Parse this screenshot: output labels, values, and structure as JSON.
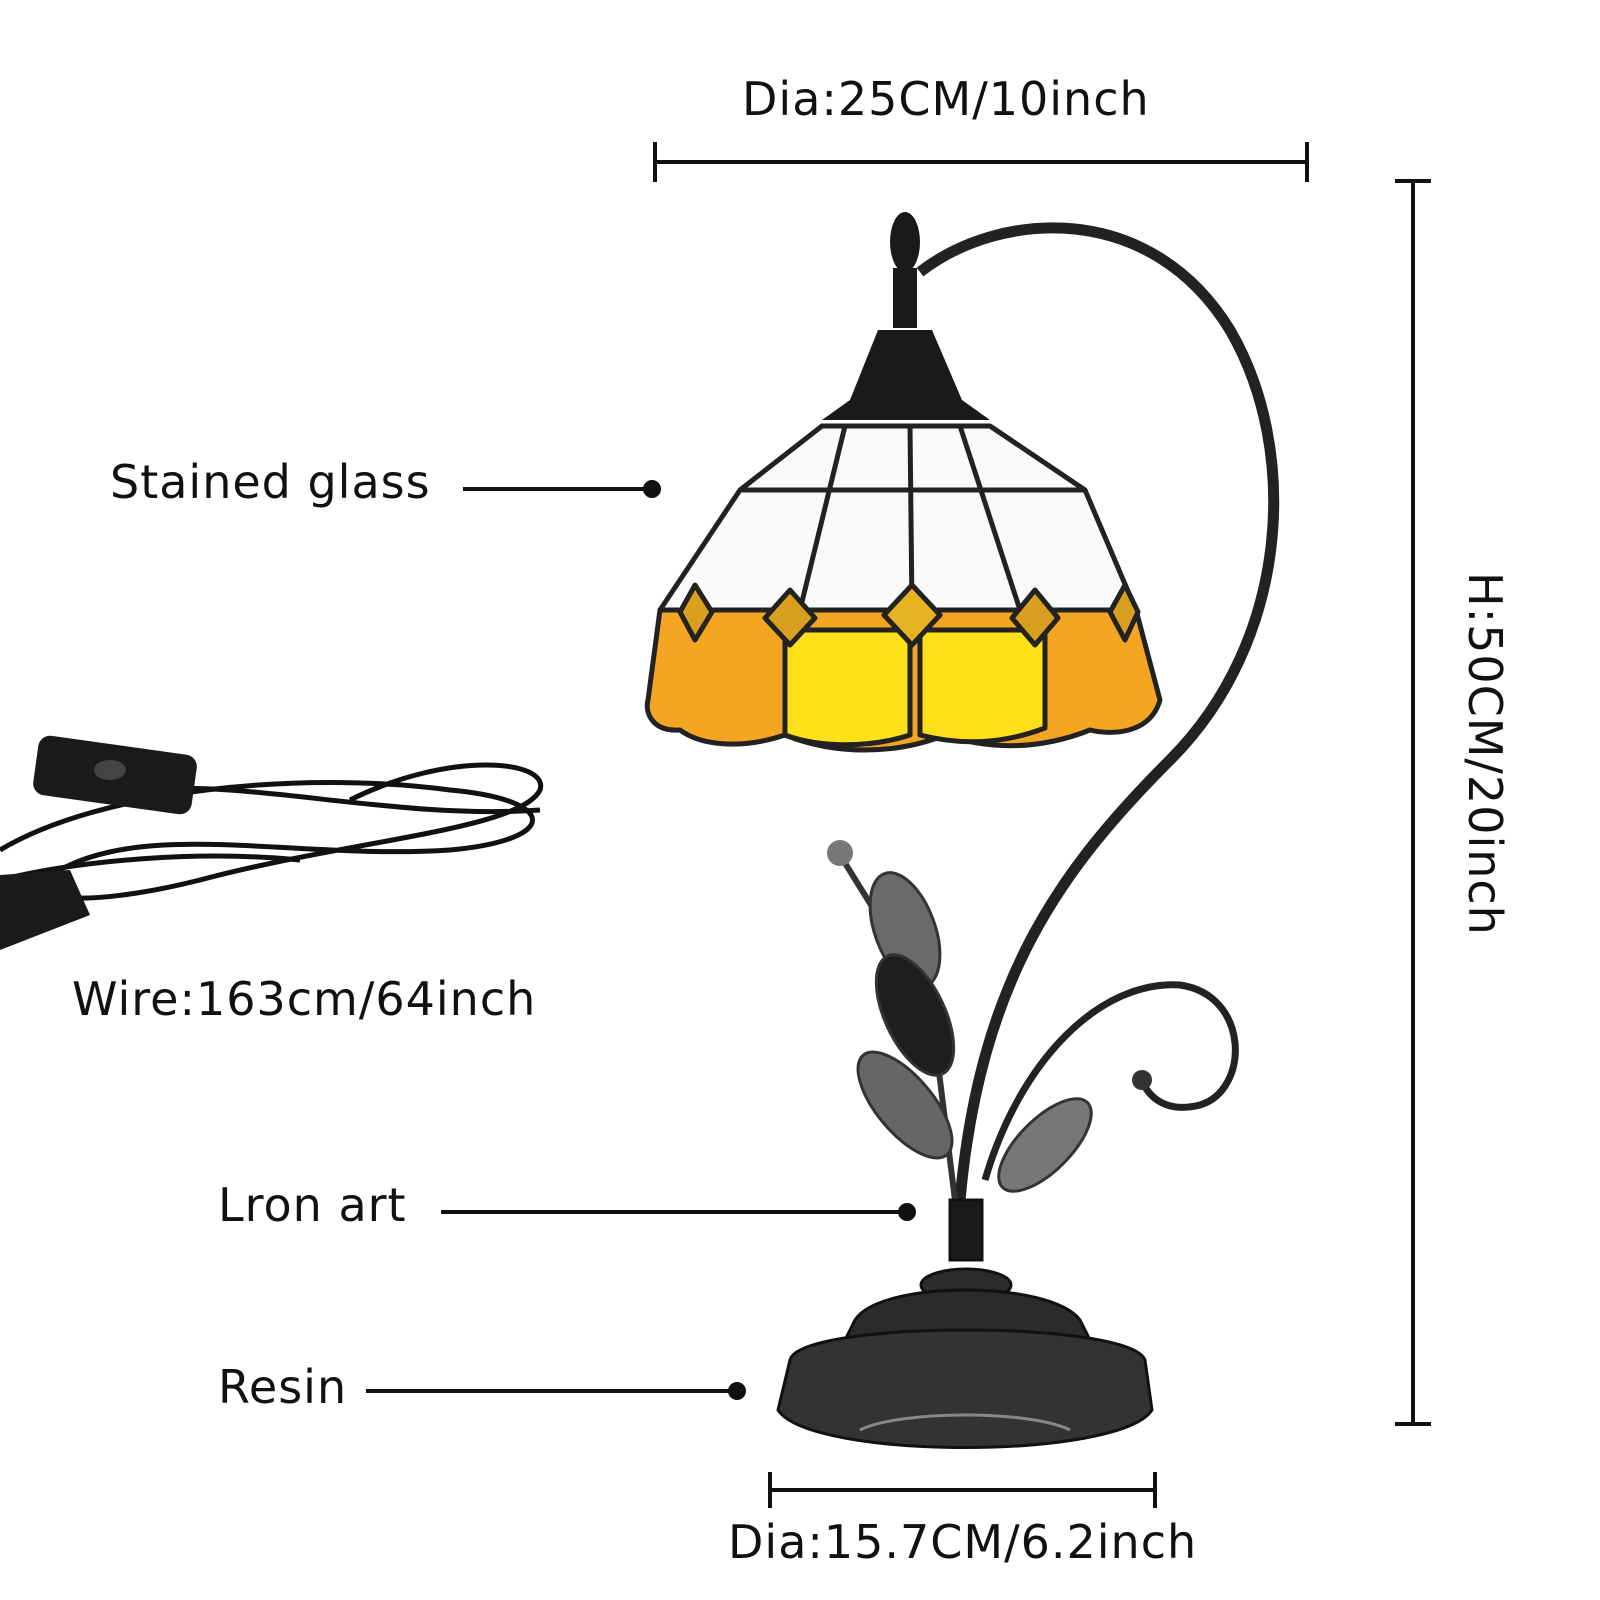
{
  "dimensions": {
    "shade_diameter": "Dia:25CM/10inch",
    "height": "H:50CM/20inch",
    "base_diameter": "Dia:15.7CM/6.2inch",
    "wire": "Wire:163cm/64inch"
  },
  "callouts": {
    "shade": "Stained glass",
    "stem": "Lron art",
    "base": "Resin"
  },
  "colors": {
    "line": "#111111",
    "amber": "#f0a020",
    "yellow": "#ffe11a",
    "glass_white": "#ffffff",
    "metal": "#2a2a2a"
  }
}
